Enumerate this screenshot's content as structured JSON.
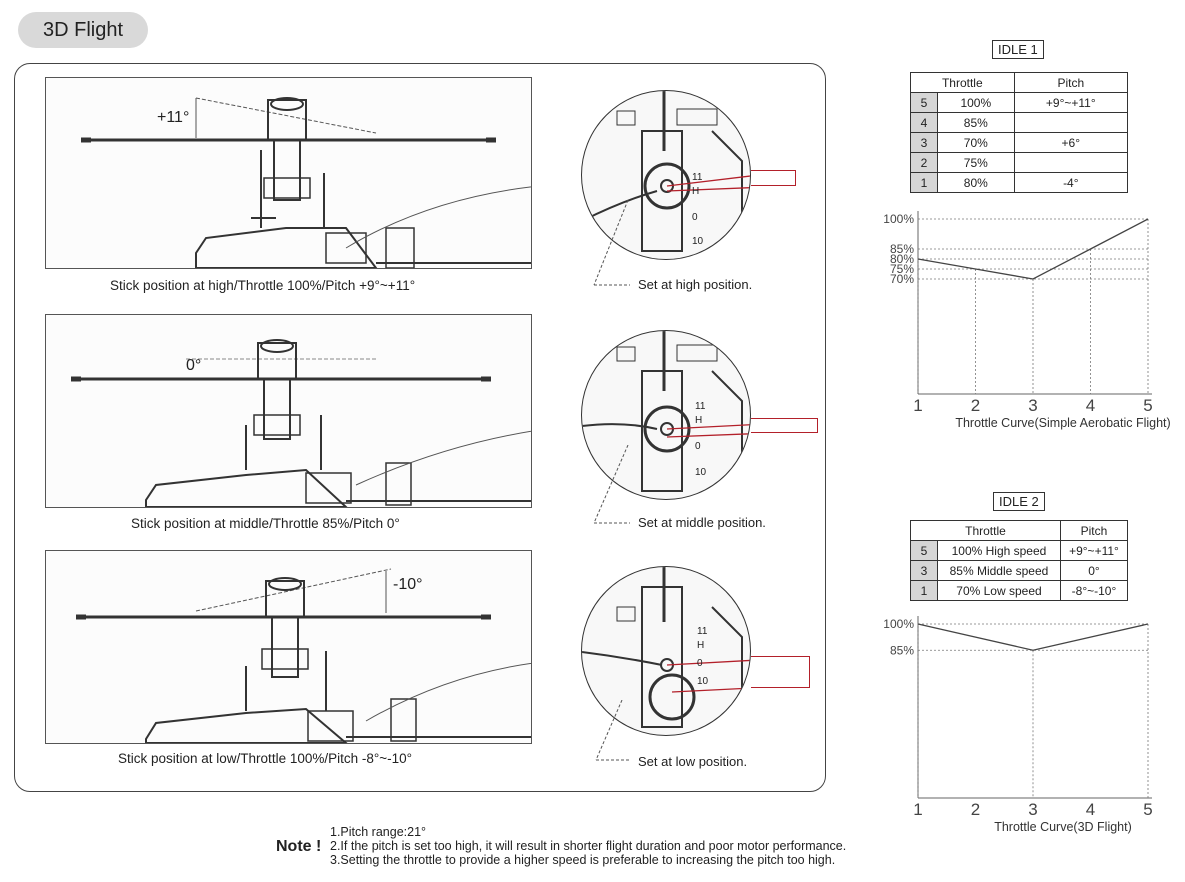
{
  "page": {
    "title": "3D Flight"
  },
  "panels": [
    {
      "angle": "+11°",
      "caption": "Stick position at high/Throttle 100%/Pitch +9°~+11°",
      "set_label": "Set at high position."
    },
    {
      "angle": "0°",
      "caption": "Stick position at middle/Throttle 85%/Pitch 0°",
      "set_label": "Set at middle position."
    },
    {
      "angle": "-10°",
      "caption": "Stick position at low/Throttle 100%/Pitch -8°~-10°",
      "set_label": "Set at low position."
    }
  ],
  "servo_marks": [
    "11",
    "H",
    "0",
    "10"
  ],
  "idle1": {
    "title": "IDLE 1",
    "headers": [
      "Throttle",
      "Pitch"
    ],
    "rows": [
      {
        "n": "5",
        "throttle": "100%",
        "pitch": "+9°~+11°"
      },
      {
        "n": "4",
        "throttle": "85%",
        "pitch": ""
      },
      {
        "n": "3",
        "throttle": "70%",
        "pitch": "+6°"
      },
      {
        "n": "2",
        "throttle": "75%",
        "pitch": ""
      },
      {
        "n": "1",
        "throttle": "80%",
        "pitch": "-4°"
      }
    ],
    "chart": {
      "y_labels": [
        "100%",
        "85%",
        "80%",
        "75%",
        "70%"
      ],
      "x_labels": [
        "1",
        "2",
        "3",
        "4",
        "5"
      ],
      "caption": "Throttle Curve(Simple Aerobatic Flight)",
      "points": [
        80,
        75,
        70,
        85,
        100
      ]
    }
  },
  "idle2": {
    "title": "IDLE 2",
    "headers": [
      "Throttle",
      "Pitch"
    ],
    "rows": [
      {
        "n": "5",
        "throttle": "100% High speed",
        "pitch": "+9°~+11°"
      },
      {
        "n": "3",
        "throttle": "85% Middle speed",
        "pitch": "0°"
      },
      {
        "n": "1",
        "throttle": "70% Low speed",
        "pitch": "-8°~-10°"
      }
    ],
    "chart": {
      "y_labels": [
        "100%",
        "85%"
      ],
      "x_labels": [
        "1",
        "2",
        "3",
        "4",
        "5"
      ],
      "caption": "Throttle Curve(3D Flight)",
      "points": [
        100,
        null,
        85,
        null,
        100
      ]
    }
  },
  "note": {
    "label": "Note",
    "lines": [
      "1.Pitch range:21°",
      "2.If the pitch is set too high, it will result in shorter flight duration and poor motor performance.",
      "3.Setting the throttle to provide a higher speed is preferable to increasing the pitch too high."
    ]
  }
}
